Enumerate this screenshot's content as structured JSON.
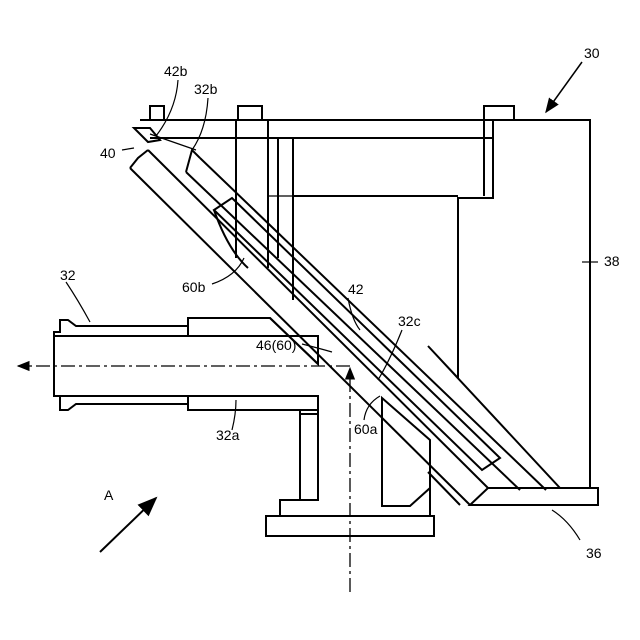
{
  "labels": {
    "l30": "30",
    "l42b": "42b",
    "l32b": "32b",
    "l40": "40",
    "l32": "32",
    "l60b": "60b",
    "l42": "42",
    "l32c": "32c",
    "l46": "46(60)",
    "l38": "38",
    "l32a": "32a",
    "l60a": "60a",
    "lA": "A",
    "l36": "36"
  }
}
